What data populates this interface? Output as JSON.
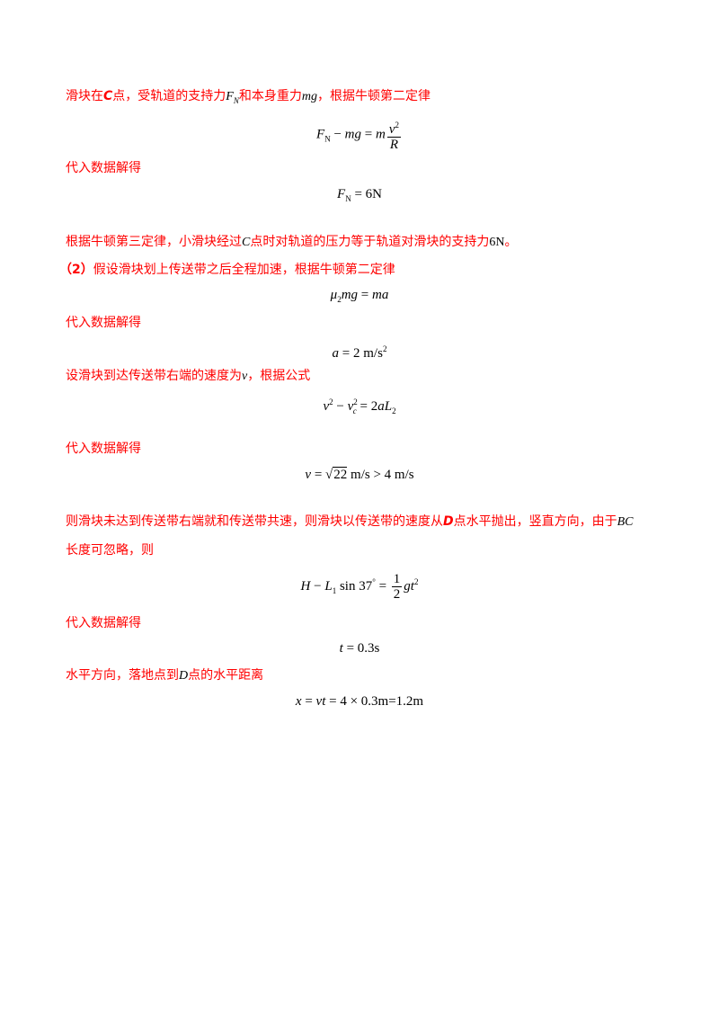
{
  "p1": {
    "a": "滑块在",
    "b": "C",
    "c": "点，受轨道的支持力",
    "d": "F",
    "e": "N",
    "f": "和本身重力",
    "g": "mg",
    "h": "，根据牛顿第二定律"
  },
  "eq1": {
    "a": "F",
    "b": "N",
    "c": " − ",
    "d": "mg",
    "e": " = ",
    "f": "m",
    "num": "v",
    "num_sup": "2",
    "den": "R"
  },
  "p2": "代入数据解得",
  "eq2": {
    "a": "F",
    "b": "N",
    "c": " = 6N"
  },
  "p3": {
    "a": "根据牛顿第三定律，小滑块经过",
    "b": "C",
    "c": "点时对轨道的压力等于轨道对滑块的支持力",
    "d": "6N",
    "e": "。"
  },
  "p4": {
    "a": "（2）",
    "b": "假设滑块划上传送带之后全程加速，根据牛顿第二定律"
  },
  "eq3": {
    "a": "μ",
    "b": "2",
    "c": "mg",
    "d": " = ",
    "e": "ma"
  },
  "p5": "代入数据解得",
  "eq4": {
    "a": "a",
    "b": " = 2 m/s",
    "c": "2"
  },
  "p6": {
    "a": "设滑块到达传送带右端的速度为",
    "b": "v",
    "c": "，根据公式"
  },
  "eq5": {
    "a": "v",
    "b": "2",
    "c": " − ",
    "d": "v",
    "e": "2",
    "f": "c",
    "g": " = 2",
    "h": "aL",
    "i": "2"
  },
  "p7": "代入数据解得",
  "eq6": {
    "a": "v",
    "b": " = √",
    "c": "22",
    "d": " m/s > 4 m/s"
  },
  "p8": {
    "a": "则滑块未达到传送带右端就和传送带共速，则滑块以传送带的速度从",
    "b": "D",
    "c": "点水平抛出，竖直方向，由于",
    "d": "BC"
  },
  "p9": "长度可忽略，则",
  "eq7": {
    "a": "H",
    "b": " − ",
    "c": "L",
    "d": "1",
    "e": " sin 37",
    "f": "°",
    "g": " = ",
    "num": "1",
    "den": "2",
    "h": "gt",
    "i": "2"
  },
  "p10": "代入数据解得",
  "eq8": {
    "a": "t",
    "b": " = 0.3s"
  },
  "p11": {
    "a": "水平方向，落地点到",
    "b": "D",
    "c": "点的水平距离"
  },
  "eq9": {
    "a": "x",
    "b": " = ",
    "c": "vt",
    "d": " = 4 × 0.3m=1.2m"
  }
}
